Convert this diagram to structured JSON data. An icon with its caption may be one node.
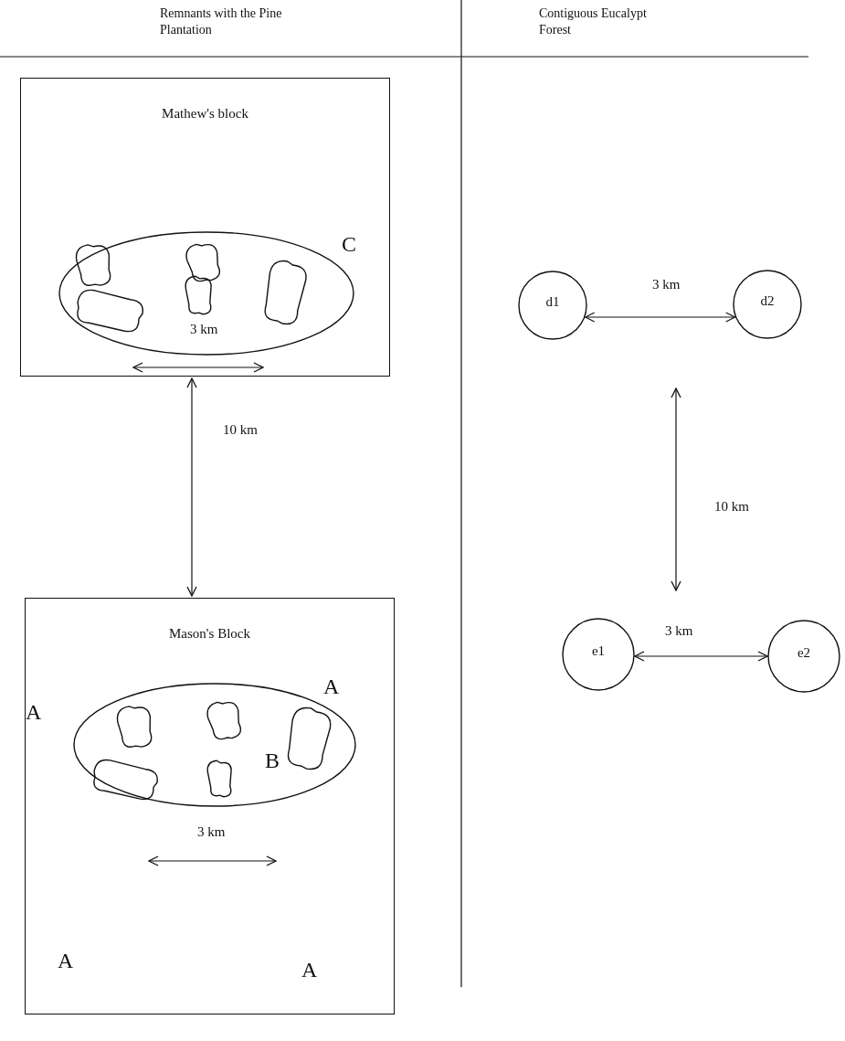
{
  "diagram": {
    "nodes": [
      {
        "text": [
          "Mathew's block"
        ]
      },
      {
        "text": [],
        "shape": "ellipse",
        "in": 0
      },
      {
        "text": [
          "Mason's Block"
        ]
      },
      {
        "text": [],
        "shape": "ellipse",
        "in": 2
      },
      {
        "text": [
          "d1"
        ]
      },
      {
        "text": [
          "d2"
        ]
      },
      {
        "text": [
          "e1"
        ]
      },
      {
        "text": [
          "e2"
        ]
      }
    ],
    "edges": [
      {
        "from": 0,
        "to": 2,
        "arrow": "both",
        "label": "10 km"
      },
      {
        "from": 4,
        "to": 5,
        "arrow": "both",
        "label": "3 km"
      },
      {
        "from": 6,
        "to": 7,
        "arrow": "both",
        "label": "3 km"
      }
    ],
    "labels": [
      "Remnants with the Pine Plantation",
      "Contiguous Eucalypt Forest",
      "C",
      "3 km",
      "10 km",
      "A",
      "A",
      "B",
      "3 km",
      "A",
      "A"
    ]
  }
}
